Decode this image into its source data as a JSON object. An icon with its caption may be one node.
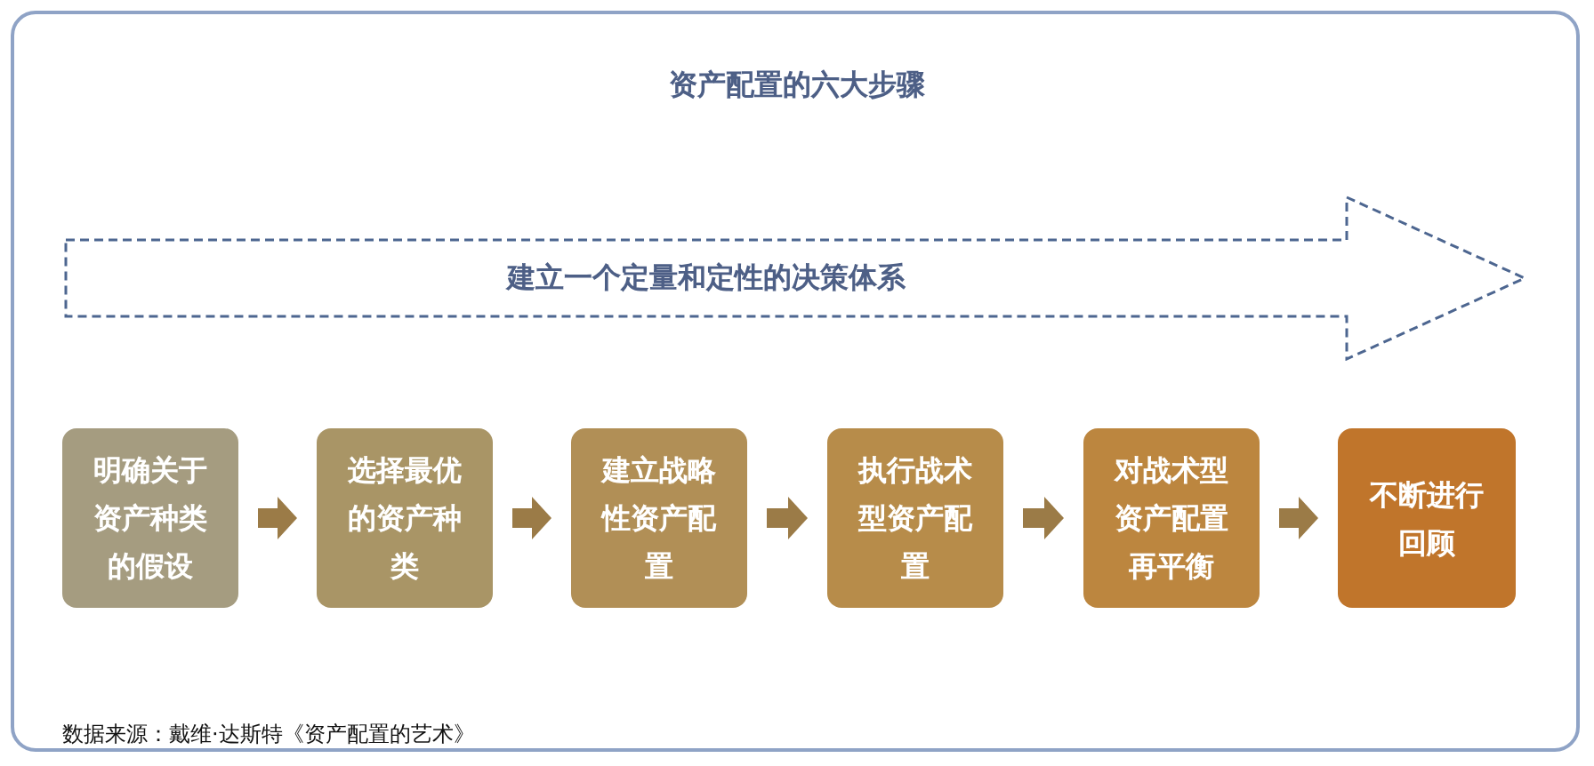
{
  "diagram": {
    "title": "资产配置的六大步骤",
    "nodes": [
      {
        "text": [
          "建立一个定量和定性的决策体系"
        ]
      },
      {
        "text": [
          "明确关于资产种类的假设"
        ]
      },
      {
        "text": [
          "选择最优的资产种类"
        ]
      },
      {
        "text": [
          "建立战略性资产配置"
        ]
      },
      {
        "text": [
          "执行战术型资产配置"
        ]
      },
      {
        "text": [
          "对战术型资产配置再平衡"
        ]
      },
      {
        "text": [
          "不断进行回顾"
        ]
      }
    ],
    "edges": [
      {
        "from": 1,
        "to": 2,
        "arrow": "to"
      },
      {
        "from": 2,
        "to": 3,
        "arrow": "to"
      },
      {
        "from": 3,
        "to": 4,
        "arrow": "to"
      },
      {
        "from": 4,
        "to": 5,
        "arrow": "to"
      },
      {
        "from": 5,
        "to": 6,
        "arrow": "to"
      }
    ],
    "labels": [
      "数据来源：戴维·达斯特《资产配置的艺术》"
    ]
  }
}
